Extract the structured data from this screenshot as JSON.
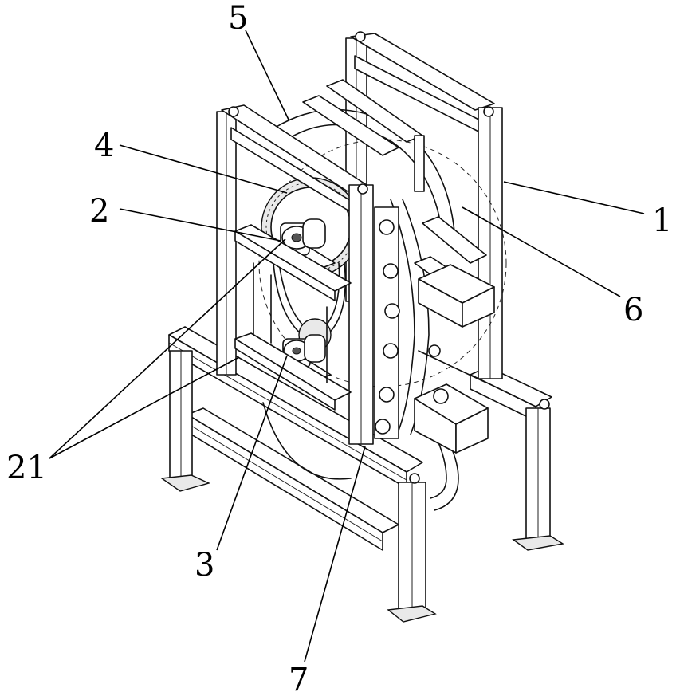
{
  "labels": {
    "l1": "1",
    "l2": "2",
    "l3": "3",
    "l4": "4",
    "l5": "5",
    "l6": "6",
    "l7": "7",
    "l21": "21"
  },
  "colors": {
    "line": "#111111",
    "background": "#ffffff"
  }
}
